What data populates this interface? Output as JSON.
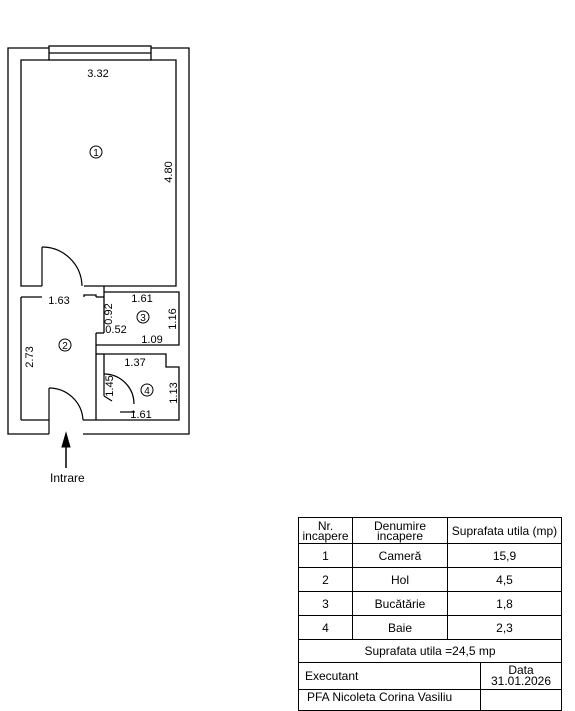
{
  "plan": {
    "rooms": [
      {
        "nr": "1",
        "width": "3.32",
        "length": "4.80"
      },
      {
        "nr": "2",
        "width": "1.63",
        "length": "2.73"
      },
      {
        "nr": "3",
        "width": "1.61",
        "length": "1.16",
        "extra": [
          "0.92",
          "0.52",
          "1.09"
        ]
      },
      {
        "nr": "4",
        "width": "1.37",
        "length": "1.13",
        "extra": [
          "1.45",
          "1.61"
        ]
      }
    ],
    "entrance_label": "Intrare"
  },
  "table": {
    "headers": {
      "nr": "Nr. incapere",
      "name": "Denumire incapere",
      "area": "Suprafata utila (mp)"
    },
    "rows": [
      {
        "nr": "1",
        "name": "Cameră",
        "area": "15,9"
      },
      {
        "nr": "2",
        "name": "Hol",
        "area": "4,5"
      },
      {
        "nr": "3",
        "name": "Bucătărie",
        "area": "1,8"
      },
      {
        "nr": "4",
        "name": "Baie",
        "area": "2,3"
      }
    ],
    "total": "Suprafata utila =24,5 mp",
    "executant_label": "Executant",
    "date_label": "Data",
    "date_value": "31.01.2026",
    "company": "PFA Nicoleta Corina Vasiliu"
  }
}
